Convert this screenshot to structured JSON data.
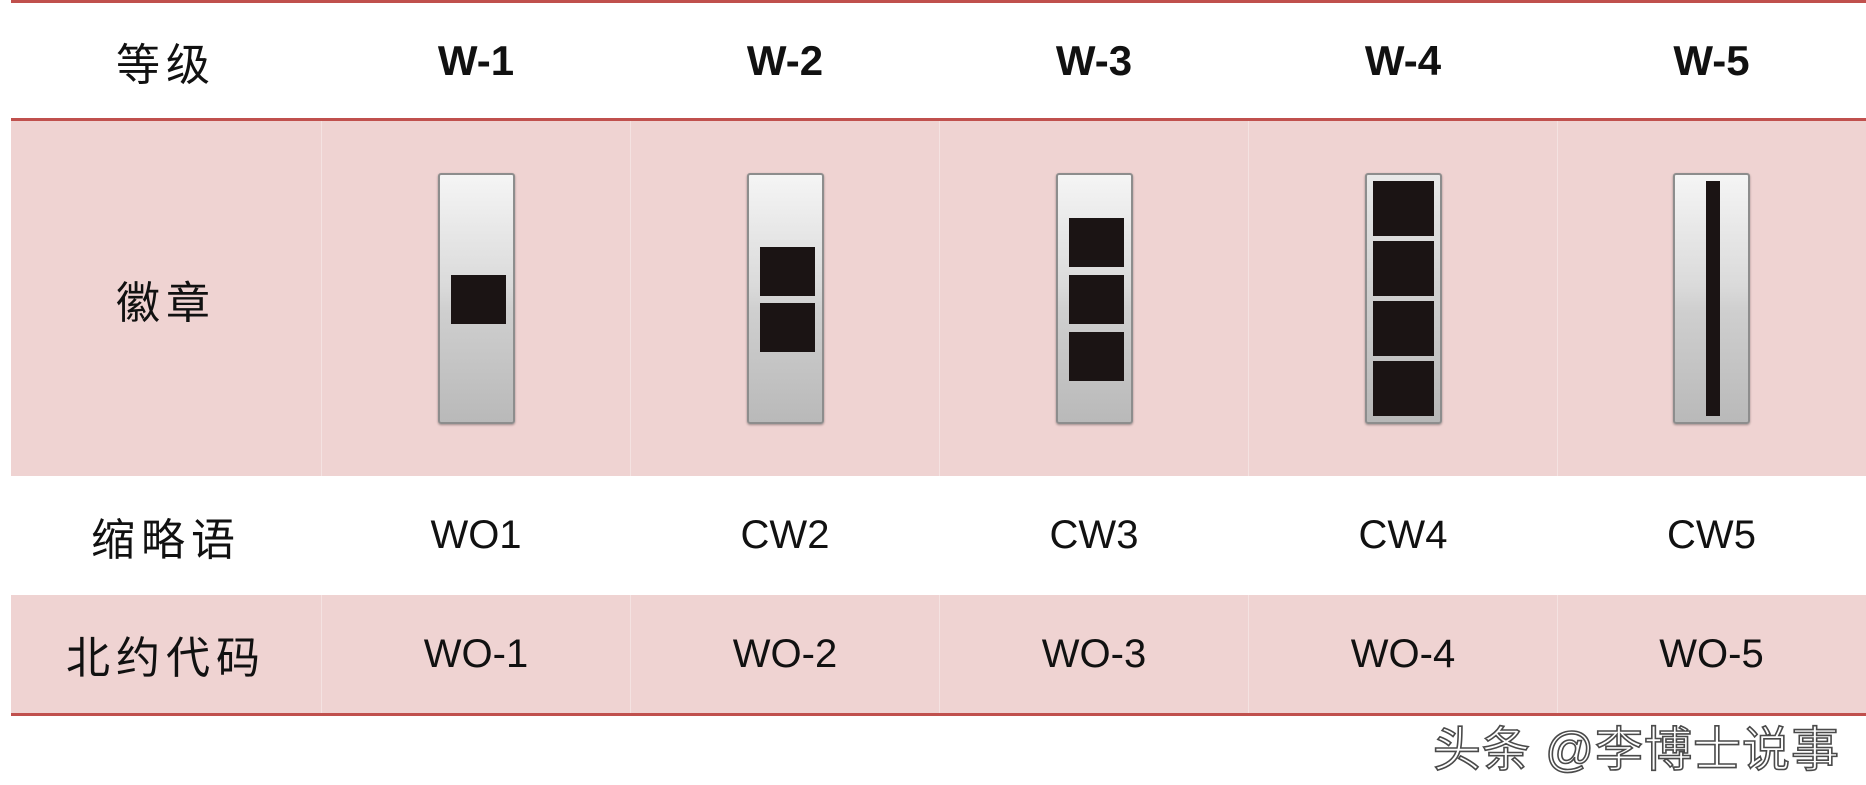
{
  "table": {
    "header": {
      "label": "等级",
      "grades": [
        "W-1",
        "W-2",
        "W-3",
        "W-4",
        "W-5"
      ]
    },
    "insignia_row": {
      "label": "徽章",
      "insignia": [
        {
          "type": "bar-with-squares",
          "squares": 1
        },
        {
          "type": "bar-with-squares",
          "squares": 2
        },
        {
          "type": "bar-with-squares",
          "squares": 3
        },
        {
          "type": "bar-with-squares",
          "squares": 4
        },
        {
          "type": "bar-with-stripe",
          "squares": 0
        }
      ]
    },
    "abbreviation_row": {
      "label": "缩略语",
      "values": [
        "WO1",
        "CW2",
        "CW3",
        "CW4",
        "CW5"
      ]
    },
    "nato_row": {
      "label": "北约代码",
      "values": [
        "WO-1",
        "WO-2",
        "WO-3",
        "WO-4",
        "WO-5"
      ]
    }
  },
  "colors": {
    "band": "#efd3d2",
    "rule": "#c0504d",
    "insignia_mark": "#1b1414"
  },
  "watermark": "头条 @李博士说事"
}
